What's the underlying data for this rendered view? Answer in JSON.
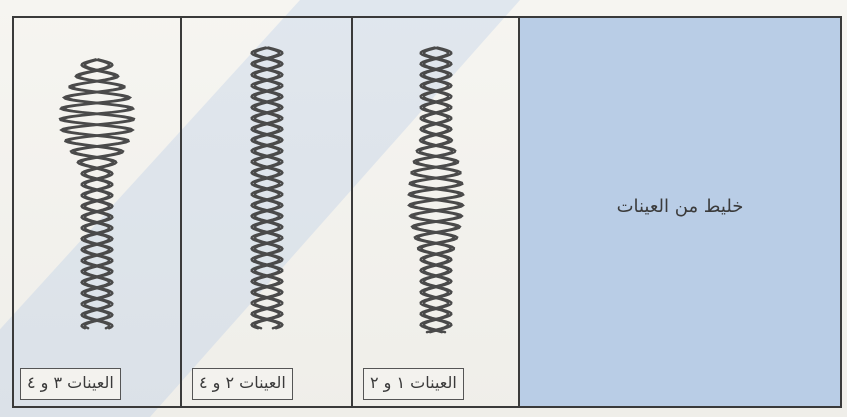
{
  "colors": {
    "background": "#f4f3ef",
    "mixture_cell": "#b9cde6",
    "border": "#3a3a3a",
    "strand": "#4a4a4a",
    "band": "#a9c2e6"
  },
  "columns": [
    {
      "label": "العينات ٣ و ٤",
      "strand_state": "partially-separated-top",
      "icon": "dna-double-helix-icon"
    },
    {
      "label": "العينات ٢ و ٤",
      "strand_state": "fully-paired",
      "icon": "dna-double-helix-icon"
    },
    {
      "label": "العينات ١ و ٢",
      "strand_state": "partially-separated-middle",
      "icon": "dna-double-helix-icon"
    }
  ],
  "mixture": {
    "label": "خليط من العينات"
  }
}
